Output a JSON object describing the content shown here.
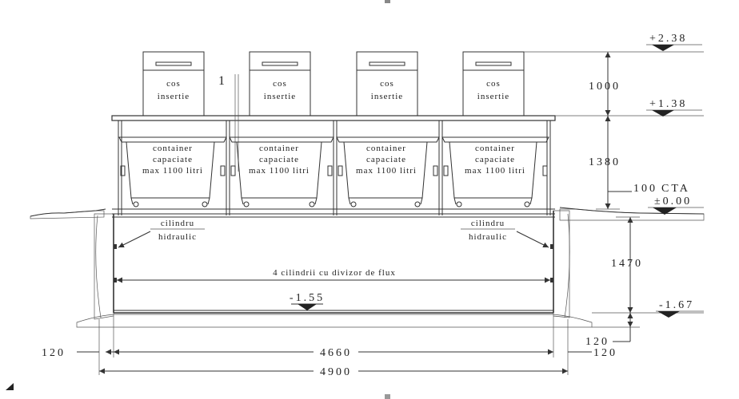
{
  "labels": {
    "bin": [
      "cos",
      "insertie"
    ],
    "container": [
      "container",
      "capaciate",
      "max 1100 litri"
    ],
    "cylinder": [
      "cilindru",
      "hidraulic"
    ],
    "flow": "4 cilindrii cu divizor de flux",
    "marker": "1",
    "cta": "CTA"
  },
  "levels": {
    "top": "+2.38",
    "platform": "+1.38",
    "ground": "±0.00",
    "pit_floor": "-1.55",
    "pit_bottom": "-1.67"
  },
  "dimensions": {
    "bin_height": "1000",
    "container_height": "1380",
    "ground_gap": "100",
    "pit_depth": "1470",
    "slab": "120",
    "wall_left": "120",
    "wall_right": "120",
    "inner_width": "4660",
    "outer_width": "4900"
  }
}
